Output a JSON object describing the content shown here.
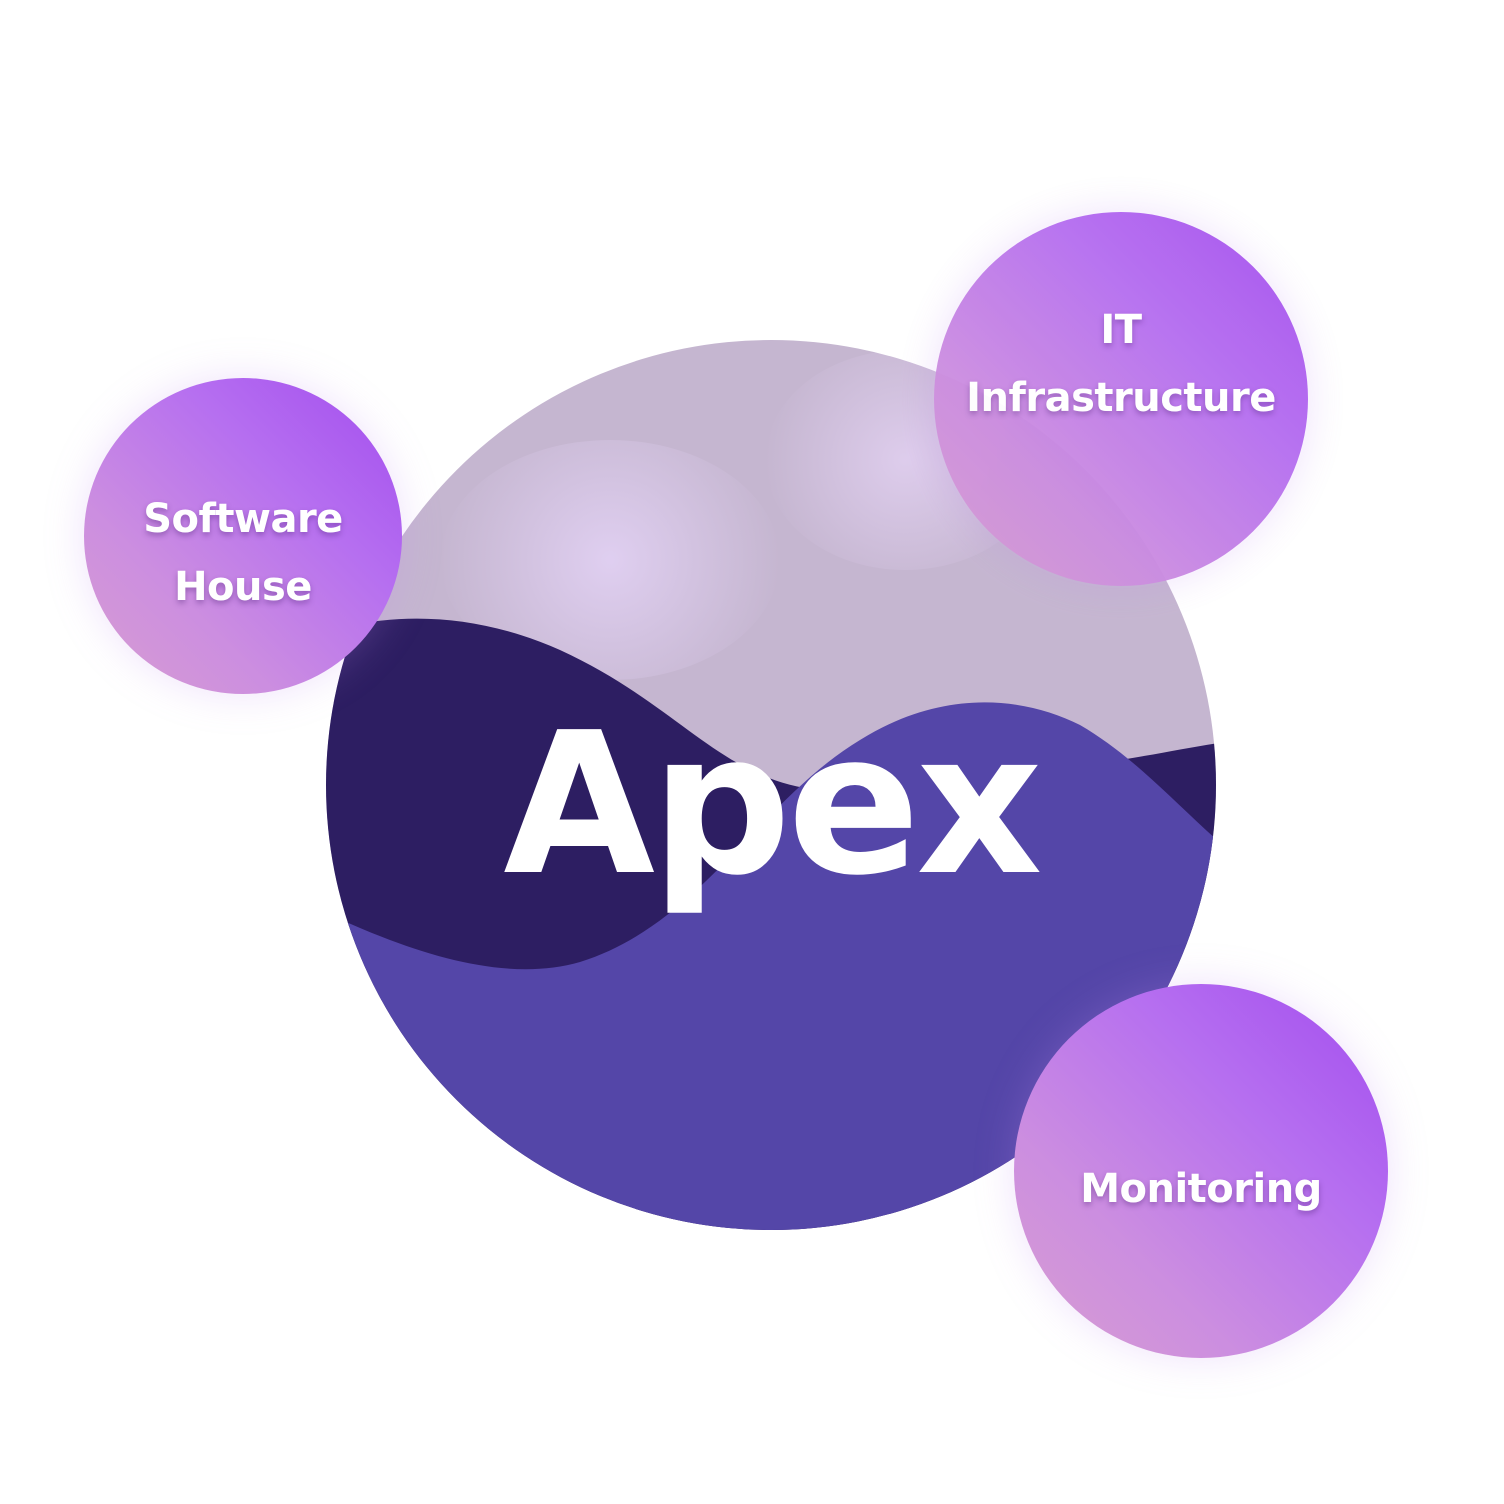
{
  "diagram": {
    "center": {
      "label": "Apex"
    },
    "nodes": [
      {
        "label_line1": "Software",
        "label_line2": "House"
      },
      {
        "label_line1": "IT",
        "label_line2": "Infrastructure"
      },
      {
        "label_line1": "Monitoring"
      }
    ]
  },
  "colors": {
    "sphere_top": "#c5b6d0",
    "wave_dark": "#2d1e62",
    "wave_purple": "#5446a8",
    "satellite_start": "#a24cee",
    "satellite_end": "#d89ed0",
    "text": "#ffffff"
  }
}
